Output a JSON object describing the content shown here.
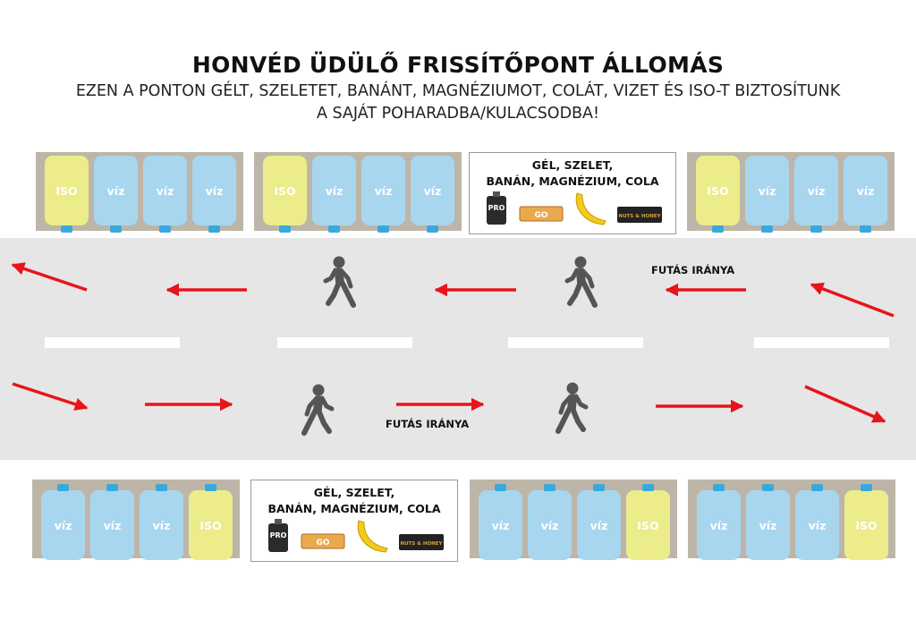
{
  "header": {
    "title": "HONVÉD ÜDÜLŐ FRISSÍTŐPONT ÁLLOMÁS",
    "subtitle_line1": "EZEN A PONTON GÉLT, SZELETET, BANÁNT, MAGNÉZIUMOT, COLÁT, VIZET ÉS ISO-T BIZTOSÍTUNK",
    "subtitle_line2": "A SAJÁT POHARADBA/KULACSODBA!"
  },
  "stations": {
    "top": [
      {
        "type": "drinks",
        "bottles": [
          "ISO",
          "víz",
          "víz",
          "víz"
        ]
      },
      {
        "type": "drinks",
        "bottles": [
          "ISO",
          "víz",
          "víz",
          "víz"
        ]
      },
      {
        "type": "food"
      },
      {
        "type": "drinks",
        "bottles": [
          "ISO",
          "víz",
          "víz",
          "víz"
        ]
      }
    ],
    "bottom": [
      {
        "type": "drinks",
        "bottles": [
          "víz",
          "víz",
          "víz",
          "ISO"
        ]
      },
      {
        "type": "food"
      },
      {
        "type": "drinks",
        "bottles": [
          "víz",
          "víz",
          "víz",
          "ISO"
        ]
      },
      {
        "type": "drinks",
        "bottles": [
          "víz",
          "víz",
          "víz",
          "ISO"
        ]
      }
    ]
  },
  "food": {
    "line1": "GÉL, SZELET,",
    "line2": "BANÁN, MAGNÉZIUM, COLA",
    "items": [
      {
        "icon": "gel-pack-icon",
        "label": "PRO"
      },
      {
        "icon": "energy-bar-icon",
        "label": "GO"
      },
      {
        "icon": "banana-icon"
      },
      {
        "icon": "protein-bar-icon",
        "label": "NUTS & HONEY"
      }
    ]
  },
  "direction": {
    "label_top": "FUTÁS IRÁNYA",
    "label_bottom": "FUTÁS IRÁNYA"
  },
  "colors": {
    "road": "#e6e6e6",
    "lane_marking": "#ffffff",
    "tray": "#bdb6a8",
    "water": "#a8d6ef",
    "iso": "#ecec8a",
    "cap": "#39a9dc",
    "arrow": "#e8141b",
    "runner": "#555555"
  },
  "icons": {
    "runner": "runner-icon",
    "arrow": "direction-arrow-icon"
  }
}
